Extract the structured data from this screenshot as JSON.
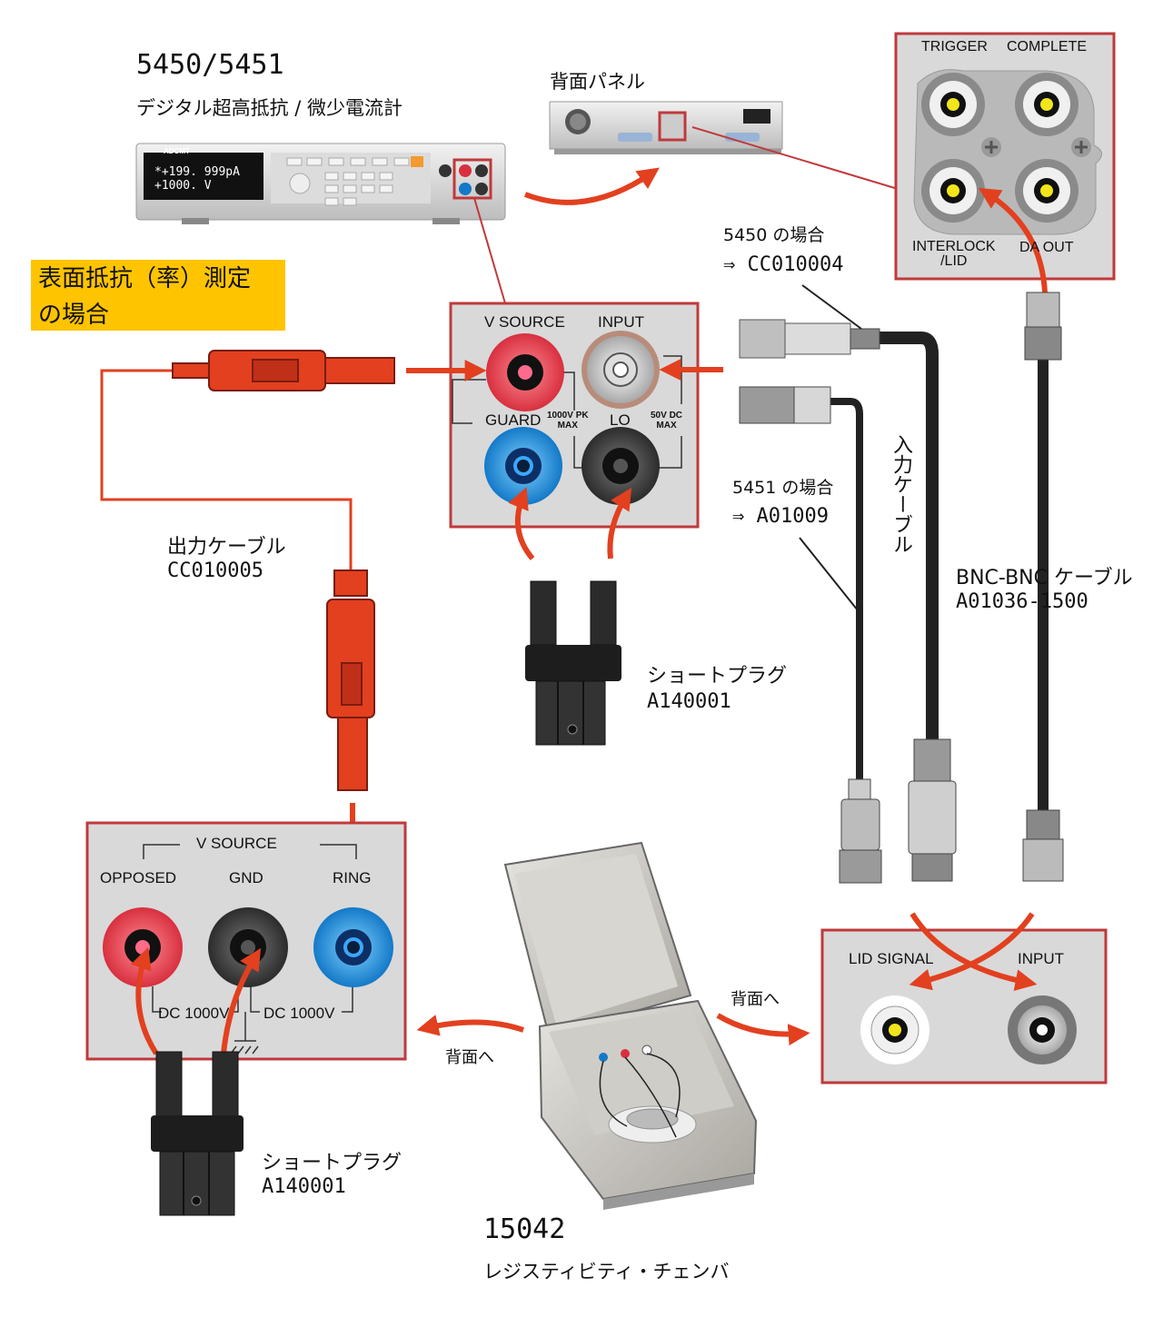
{
  "instrument": {
    "model": "5450/5451",
    "description": "デジタル超高抵抗 / 微少電流計",
    "display_line1": "*+199. 999pA",
    "display_line2": "+1000.  V",
    "brand": "ADCMT"
  },
  "rear_panel": {
    "title": "背面パネル"
  },
  "surface_label": {
    "line1": "表面抵抗（率）測定",
    "line2": "の場合"
  },
  "front_terminals": {
    "v_source": "V SOURCE",
    "input": "INPUT",
    "guard": "GUARD",
    "lo": "LO",
    "limit1": "1000V PK\nMAX",
    "limit2": "50V DC\nMAX"
  },
  "rear_connectors": {
    "trigger": "TRIGGER",
    "complete": "COMPLETE",
    "interlock": "INTERLOCK\n/LID",
    "da_out": "DA OUT"
  },
  "cable_5450": {
    "line1": "5450 の場合",
    "line2": "⇒ CC010004"
  },
  "cable_5451": {
    "line1": "5451 の場合",
    "line2": "⇒ A01009"
  },
  "input_cable": {
    "label": "入力ケーブル"
  },
  "bnc_cable": {
    "line1": "BNC-BNC ケーブル",
    "line2": "A01036-1500"
  },
  "output_cable": {
    "line1": "出力ケーブル",
    "line2": "CC010005"
  },
  "short_plug_top": {
    "line1": "ショートプラグ",
    "line2": "A140001"
  },
  "short_plug_bottom": {
    "line1": "ショートプラグ",
    "line2": "A140001"
  },
  "chamber_panel": {
    "group": "V  SOURCE",
    "opposed": "OPPOSED",
    "gnd": "GND",
    "ring": "RING",
    "dc1": "DC  1000V",
    "dc2": "DC  1000V"
  },
  "chamber_rear_panel": {
    "lid_signal": "LID SIGNAL",
    "input": "INPUT"
  },
  "to_rear_left": "背面へ",
  "to_rear_right": "背面へ",
  "chamber": {
    "model": "15042",
    "name": "レジスティビティ・チェンバ"
  },
  "colors": {
    "panel_border": "#c0393b",
    "arrow": "#e2401f",
    "panel_bg": "#d9d9d9",
    "highlight": "#ffc400"
  }
}
